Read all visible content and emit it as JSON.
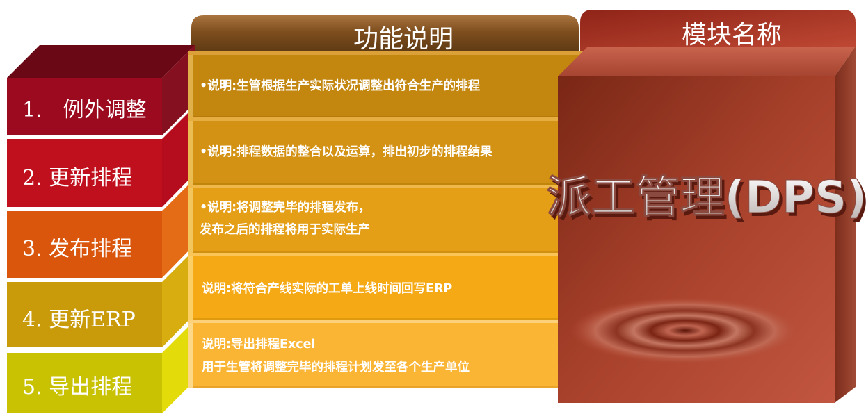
{
  "header": {
    "function_title": "功能说明",
    "module_title": "模块名称"
  },
  "module": {
    "name": "派工管理(DPS)"
  },
  "steps": [
    {
      "label": "1.　例外调整"
    },
    {
      "label": "2. 更新排程"
    },
    {
      "label": "3. 发布排程"
    },
    {
      "label": "4. 更新ERP"
    },
    {
      "label": "5. 导出排程"
    }
  ],
  "descriptions": [
    {
      "lines": [
        "•说明:生管根据生产实际状况调整出符合生产的排程"
      ]
    },
    {
      "lines": [
        "•说明:排程数据的整合以及运算，排出初步的排程结果"
      ]
    },
    {
      "lines": [
        "•说明:将调整完毕的排程发布，",
        "发布之后的排程将用于实际生产"
      ]
    },
    {
      "lines": [
        "说明:将符合产线实际的工单上线时间回写ERP"
      ]
    },
    {
      "lines": [
        "说明:导出排程Excel",
        "用于生管将调整完毕的排程计划发至各个生产单位"
      ]
    }
  ],
  "colors": {
    "step_fronts": [
      "#9b0a1e",
      "#c0101e",
      "#d9560c",
      "#c99a0a",
      "#c8c203"
    ],
    "desc_fronts": [
      "#c3860f",
      "#d39213",
      "#e49f16",
      "#f5a915",
      "#fbb534"
    ],
    "header_brown": "#7b4d1c",
    "module_red": "#b13a26"
  }
}
